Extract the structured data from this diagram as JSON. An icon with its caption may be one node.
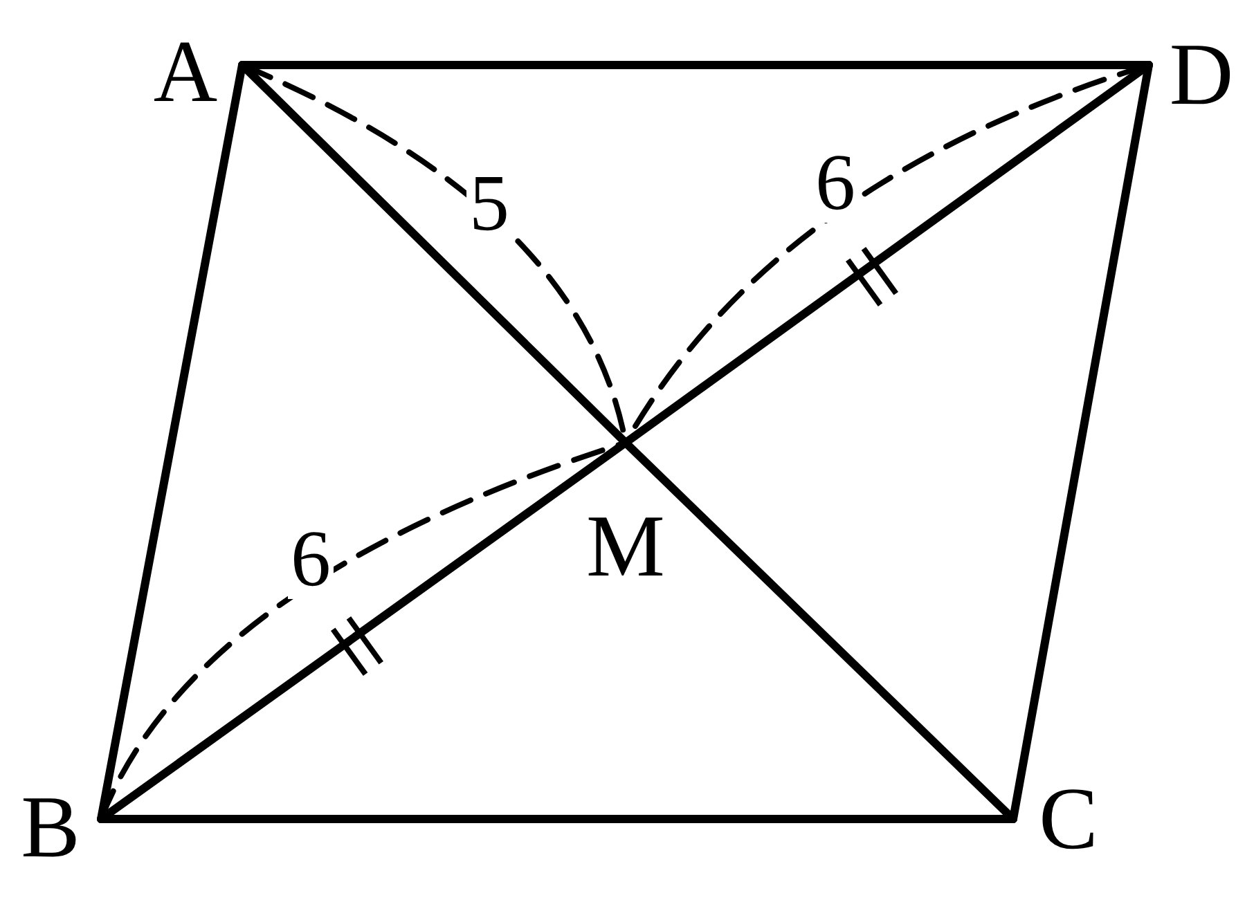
{
  "diagram": {
    "nodes": [
      {
        "text": [
          "A"
        ]
      },
      {
        "text": [
          "B"
        ]
      },
      {
        "text": [
          "C"
        ]
      },
      {
        "text": [
          "D"
        ]
      },
      {
        "text": [
          "M"
        ]
      }
    ],
    "edges": [
      {
        "from": 0,
        "to": 3,
        "arrow": "none"
      },
      {
        "from": 0,
        "to": 1,
        "arrow": "none"
      },
      {
        "from": 3,
        "to": 2,
        "arrow": "none"
      },
      {
        "from": 1,
        "to": 2,
        "arrow": "none"
      },
      {
        "from": 0,
        "to": 4,
        "arrow": "none"
      },
      {
        "from": 4,
        "to": 2,
        "arrow": "none"
      },
      {
        "from": 1,
        "to": 4,
        "arrow": "none"
      },
      {
        "from": 4,
        "to": 3,
        "arrow": "none"
      },
      {
        "from": 0,
        "to": 4,
        "arrow": "none",
        "style": "dashed",
        "label": "5"
      },
      {
        "from": 3,
        "to": 4,
        "arrow": "none",
        "style": "dashed",
        "label": "6"
      },
      {
        "from": 1,
        "to": 4,
        "arrow": "none",
        "style": "dashed",
        "label": "6"
      }
    ]
  }
}
